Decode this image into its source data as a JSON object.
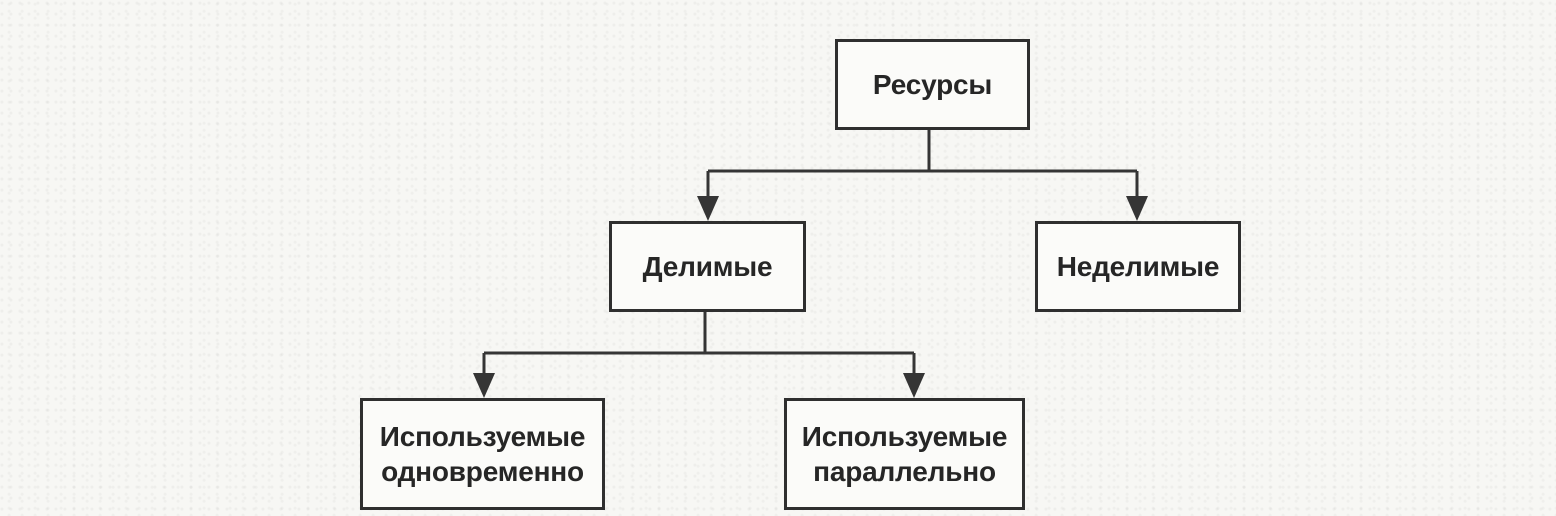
{
  "diagram": {
    "nodes": {
      "root": {
        "label": "Ресурсы"
      },
      "divisible": {
        "label": "Делимые"
      },
      "indivisible": {
        "label": "Неделимые"
      },
      "simultaneous": {
        "line1": "Используемые",
        "line2": "одновременно"
      },
      "parallel": {
        "line1": "Используемые",
        "line2": "параллельно"
      }
    },
    "edges": [
      {
        "from": "root",
        "to": "divisible"
      },
      {
        "from": "root",
        "to": "indivisible"
      },
      {
        "from": "divisible",
        "to": "simultaneous"
      },
      {
        "from": "divisible",
        "to": "parallel"
      }
    ],
    "colors": {
      "line": "#353535",
      "text": "#262626",
      "background": "#f7f7f4"
    }
  }
}
